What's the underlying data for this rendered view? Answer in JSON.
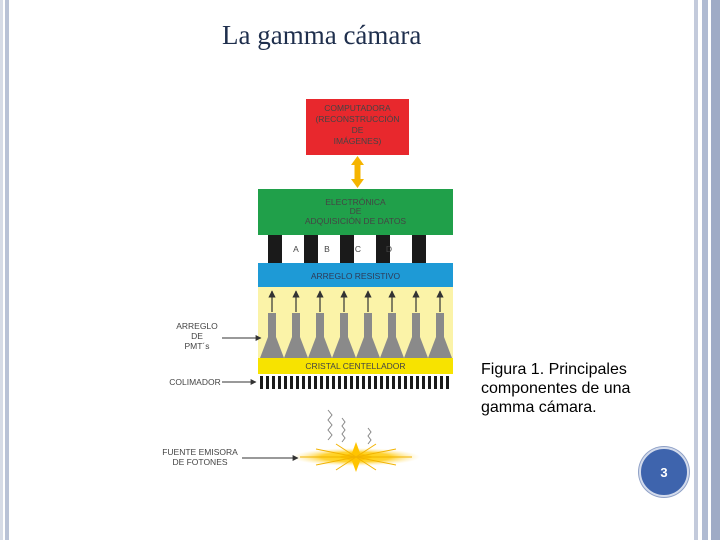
{
  "slide": {
    "title": "La gamma cámara",
    "caption": "Figura 1. Principales componentes de una gamma cámara.",
    "page_number": "3"
  },
  "diagram": {
    "computer": {
      "lines": [
        "COMPUTADORA",
        "(RECONSTRUCCIÓN",
        "DE",
        "IMÁGENES)"
      ],
      "color": "#e8282d"
    },
    "electronics": {
      "lines": [
        "ELECTRÓNICA",
        "DE",
        "ADQUISICIÓN DE DATOS"
      ],
      "color": "#20a04a"
    },
    "channels": [
      "A",
      "B",
      "C",
      "D"
    ],
    "resistive_array": {
      "label": "ARREGLO RESISTIVO",
      "color": "#1e9ad6"
    },
    "crystal": {
      "label": "CRISTAL CENTELLADOR",
      "color": "#f7e300"
    },
    "pmt_area_color": "#fbf3a8",
    "arrow_color": "#f5b400",
    "side_labels": {
      "pmts": [
        "ARREGLO",
        "DE",
        "PMT´s"
      ],
      "collimator": "COLIMADOR",
      "source": [
        "FUENTE EMISORA",
        "DE FOTONES"
      ]
    }
  }
}
